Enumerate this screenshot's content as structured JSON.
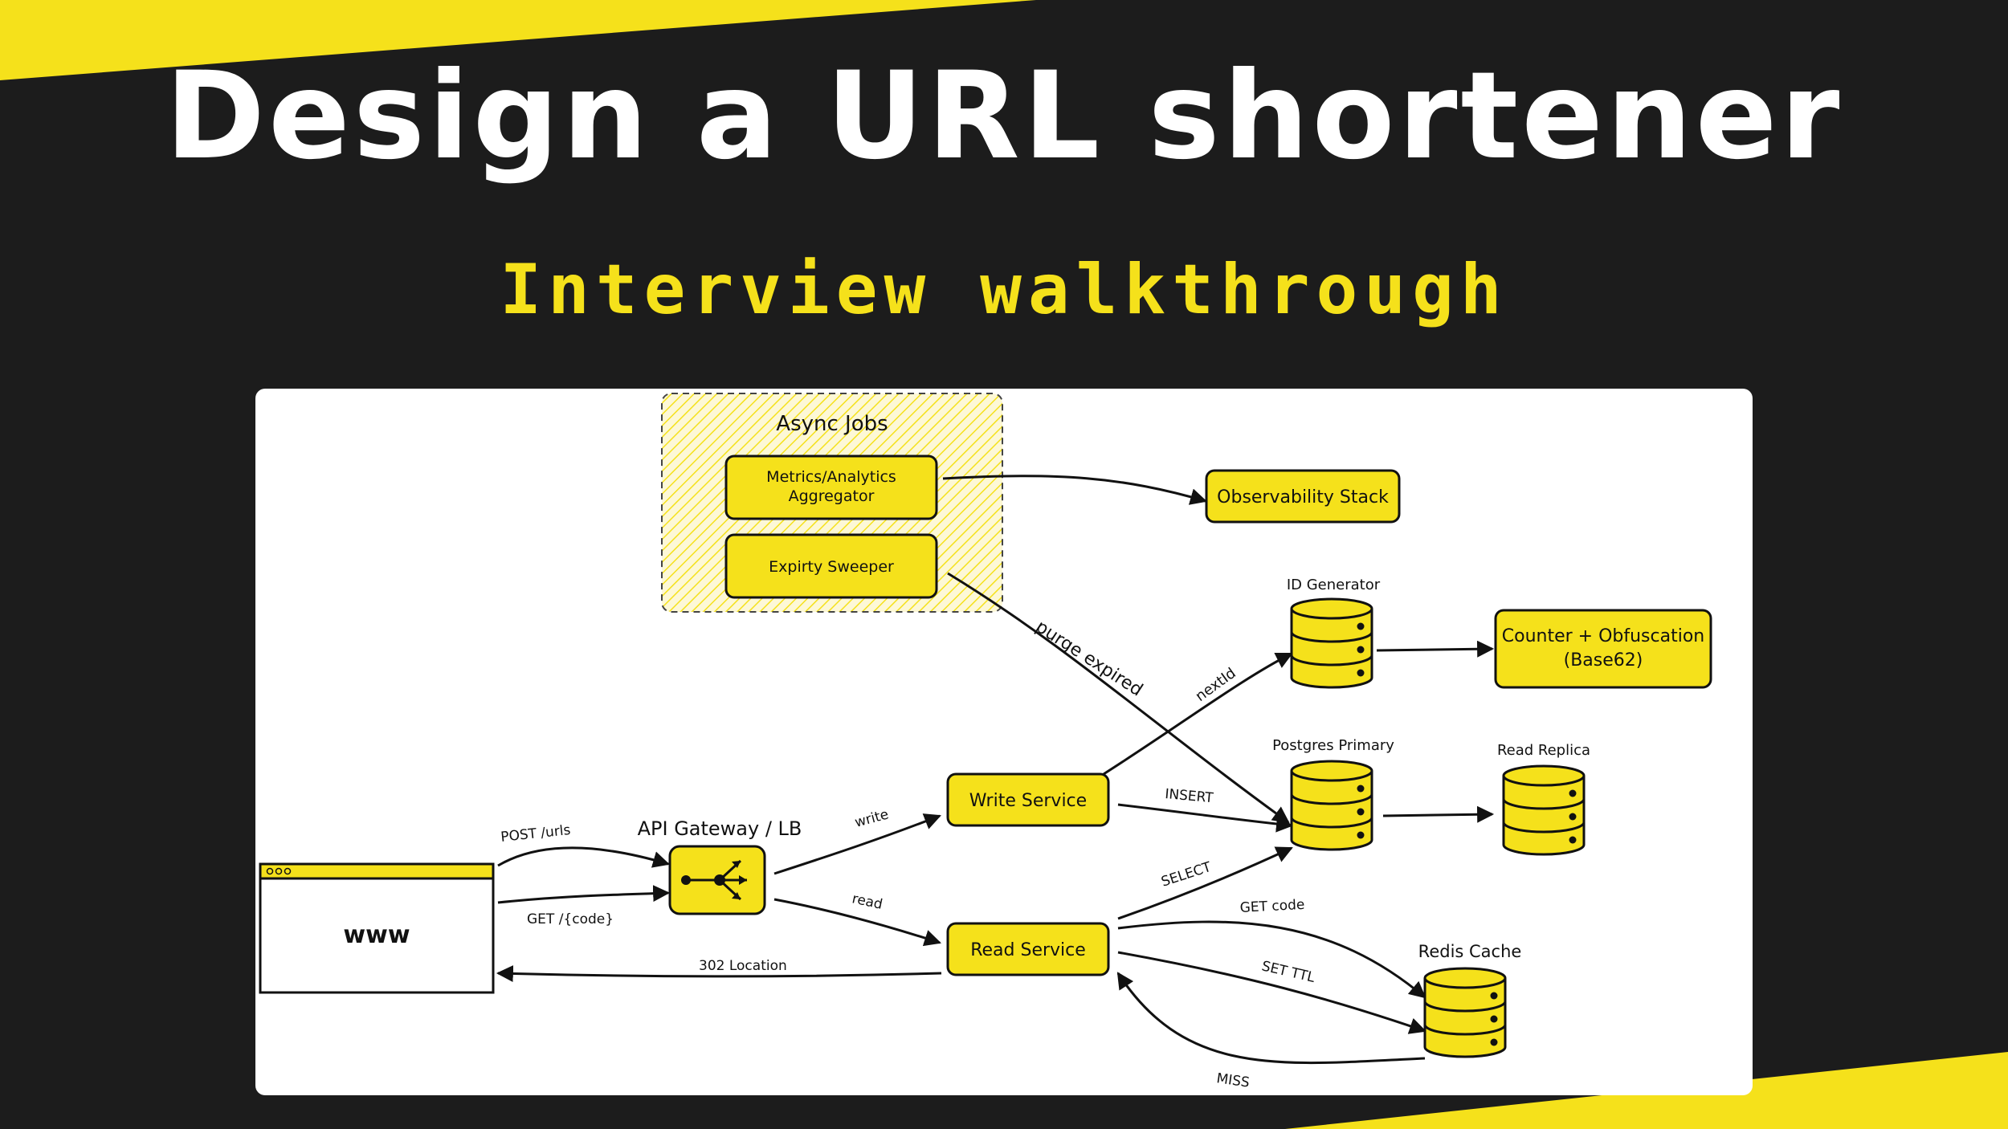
{
  "title": "Design a URL shortener",
  "subtitle": "Interview walkthrough",
  "colors": {
    "background": "#1c1c1c",
    "accent": "#f5e11b",
    "panel": "#ffffff",
    "node": "#f5e11b"
  },
  "diagram": {
    "async_group": {
      "label": "Async Jobs"
    },
    "nodes": {
      "metrics": {
        "line1": "Metrics/Analytics",
        "line2": "Aggregator"
      },
      "expiry": "Expirty Sweeper",
      "observability": "Observability Stack",
      "id_generator": "ID Generator",
      "counter": {
        "line1": "Counter + Obfuscation",
        "line2": "(Base62)"
      },
      "postgres": "Postgres Primary",
      "replica": "Read Replica",
      "redis": "Redis Cache",
      "write_service": "Write Service",
      "read_service": "Read Service",
      "gateway": "API Gateway / LB",
      "client": "www"
    },
    "edges": {
      "purge": "purge expired",
      "next_id": "nextId",
      "insert": "INSERT",
      "select": "SELECT",
      "get_code": "GET code",
      "set_ttl": "SET TTL",
      "miss": "MISS",
      "write": "write",
      "read": "read",
      "post_urls": "POST /urls",
      "get_code_path": "GET /{code}",
      "location": "302 Location"
    },
    "icons": [
      "database-icon",
      "load-balancer-icon",
      "browser-window-icon"
    ]
  }
}
